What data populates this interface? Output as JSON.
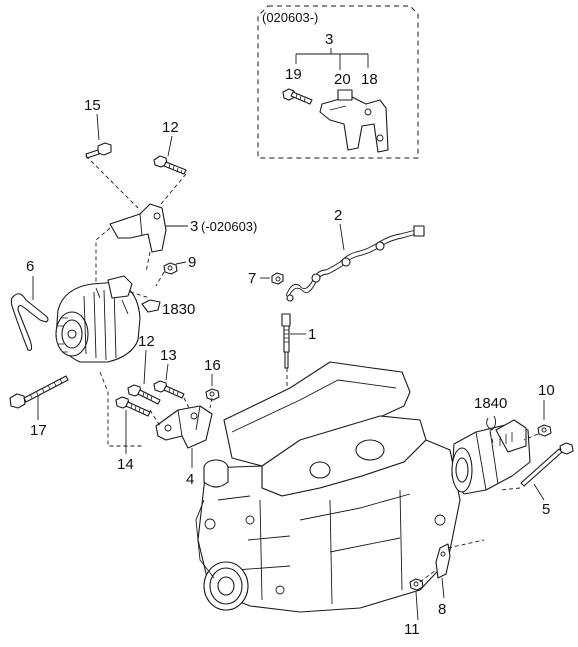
{
  "diagram": {
    "inset_label": "(020603-)",
    "callouts": {
      "p1": "1",
      "p2": "2",
      "p3_inset": "3",
      "p3_main": "3",
      "p3_note": "(-020603)",
      "p4": "4",
      "p5": "5",
      "p6": "6",
      "p7": "7",
      "p8": "8",
      "p9": "9",
      "p10": "10",
      "p11": "11",
      "p12_top": "12",
      "p12_mid": "12",
      "p13": "13",
      "p14": "14",
      "p15": "15",
      "p16": "16",
      "p17": "17",
      "p18": "18",
      "p19": "19",
      "p20": "20",
      "p1830": "1830",
      "p1840": "1840"
    }
  }
}
